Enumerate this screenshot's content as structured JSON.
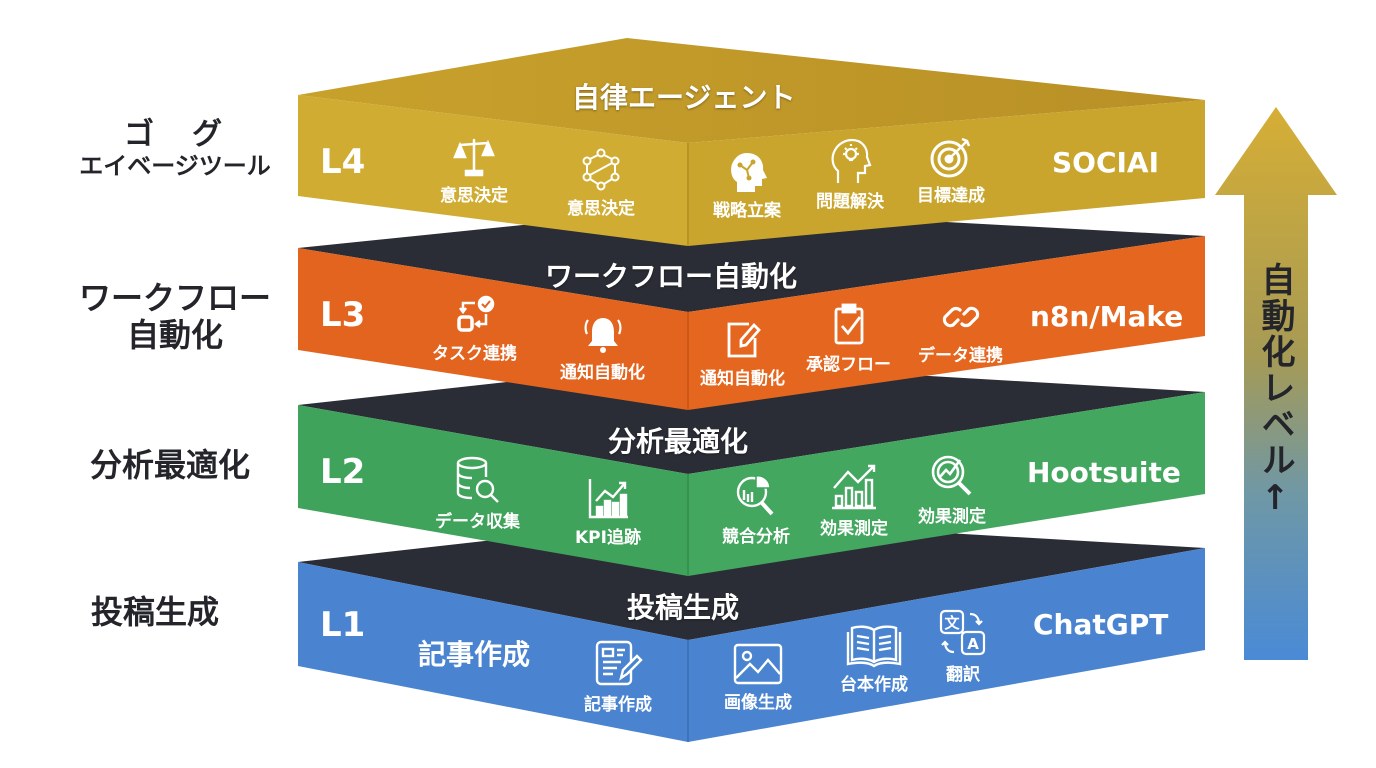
{
  "colors": {
    "gold": "#C9A52D",
    "orange": "#E3641E",
    "green": "#3FA35C",
    "blue": "#4A84D1",
    "dark": "#2A2D35",
    "text_dark": "#23252b"
  },
  "side_labels": [
    {
      "level": "L4",
      "line1": "ゴ　グ",
      "line2": "エイベージツール"
    },
    {
      "level": "L3",
      "line1": "ワークフロー",
      "line2": "自動化"
    },
    {
      "level": "L2",
      "line1": "分析最適化",
      "line2": ""
    },
    {
      "level": "L1",
      "line1": "投稿生成",
      "line2": ""
    }
  ],
  "layers": [
    {
      "level": "L4",
      "title": "自律エージェント",
      "tool": "SOCIAI",
      "items": [
        {
          "icon": "scales-icon",
          "label": "意思決定"
        },
        {
          "icon": "network-icon",
          "label": "意思決定"
        },
        {
          "icon": "head-network-icon",
          "label": "戦略立案"
        },
        {
          "icon": "head-lightbulb-icon",
          "label": "問題解決"
        },
        {
          "icon": "target-icon",
          "label": "目標達成"
        }
      ]
    },
    {
      "level": "L3",
      "title": "ワークフロー自動化",
      "tool": "n8n/Make",
      "items": [
        {
          "icon": "task-sync-icon",
          "label": "タスク連携"
        },
        {
          "icon": "bell-icon",
          "label": "通知自動化"
        },
        {
          "icon": "edit-icon",
          "label": "通知自動化"
        },
        {
          "icon": "clipboard-check-icon",
          "label": "承認フロー"
        },
        {
          "icon": "link-icon",
          "label": "データ連携"
        }
      ]
    },
    {
      "level": "L2",
      "title": "分析最適化",
      "tool": "Hootsuite",
      "items": [
        {
          "icon": "database-search-icon",
          "label": "データ収集"
        },
        {
          "icon": "bar-chart-icon",
          "label": "KPI追跡"
        },
        {
          "icon": "pie-search-icon",
          "label": "競合分析"
        },
        {
          "icon": "growth-chart-icon",
          "label": "効果測定"
        },
        {
          "icon": "magnifier-trend-icon",
          "label": "効果測定"
        }
      ]
    },
    {
      "level": "L1",
      "title": "投稿生成",
      "tool": "ChatGPT",
      "big_label": "記事作成",
      "items": [
        {
          "icon": "document-pen-icon",
          "label": "記事作成"
        },
        {
          "icon": "image-icon",
          "label": "画像生成"
        },
        {
          "icon": "book-icon",
          "label": "台本作成"
        },
        {
          "icon": "translate-icon",
          "label": "翻訳"
        }
      ]
    }
  ],
  "arrow": {
    "label": "自動化レベル↑",
    "top_color": "#D6AE35",
    "bottom_color": "#4A8AD6"
  }
}
